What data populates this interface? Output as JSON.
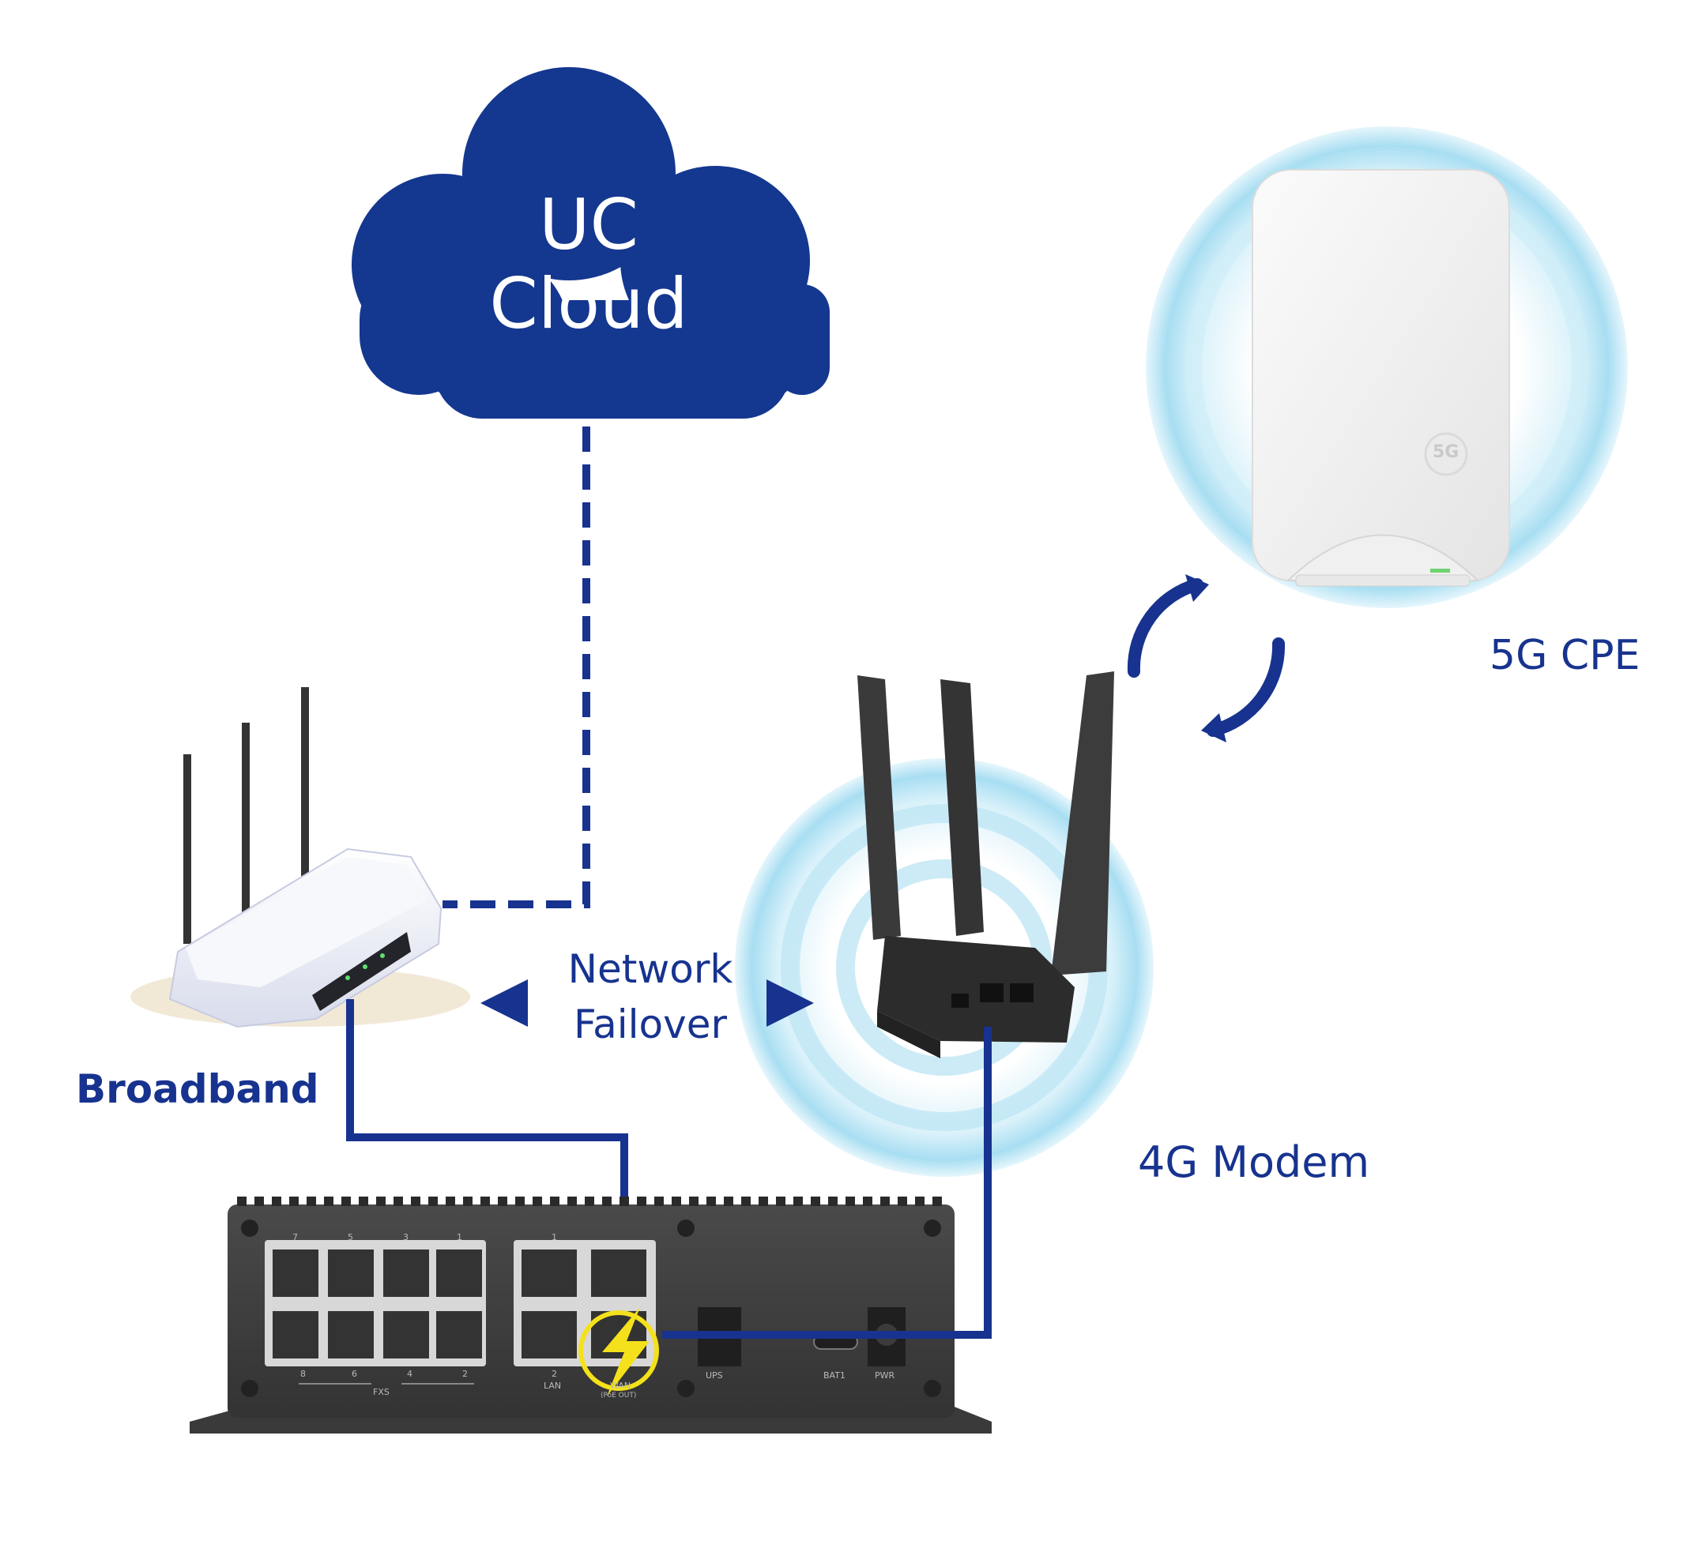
{
  "cloud": {
    "line1": "UC",
    "line2": "Cloud"
  },
  "labels": {
    "broadband": "Broadband",
    "failover_line1": "Network",
    "failover_line2": "Failover",
    "modem_4g": "4G Modem",
    "cpe_5g": "5G CPE"
  },
  "device_ports": {
    "fxs_numbers_top": [
      "7",
      "5",
      "3",
      "1"
    ],
    "fxs_numbers_bottom": [
      "8",
      "6",
      "4",
      "2"
    ],
    "fxs": "FXS",
    "lan_top": "1",
    "lan_bottom": "2",
    "lan": "LAN",
    "wan": "WAN",
    "wan_sub": "(PoE OUT)",
    "ups": "UPS",
    "bat": "BAT1",
    "pwr": "PWR"
  },
  "cpe_badge": "5G",
  "colors": {
    "brand_blue": "#17338f",
    "cloud_fill": "#14378f",
    "halo": "#bfe6f5",
    "bolt": "#f5e11b"
  },
  "icons": [
    "cloud-icon",
    "router-icon",
    "modem-icon",
    "cpe-icon",
    "gateway-icon",
    "lightning-icon",
    "sync-arrows-icon"
  ]
}
